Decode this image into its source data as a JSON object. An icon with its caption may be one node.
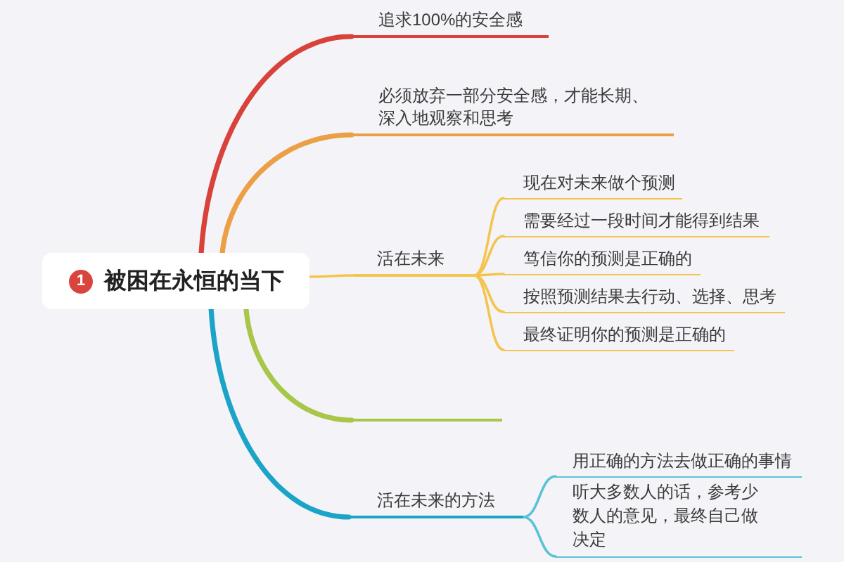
{
  "diagram": {
    "nodes": [
      {
        "text": [
          "1",
          "被困在永恒的当下"
        ]
      },
      {
        "text": [
          "追求100%的安全感"
        ]
      },
      {
        "text": [
          "必须放弃一部分安全感，才能长期、深入地观察和思考"
        ]
      },
      {
        "text": [
          "活在未来"
        ]
      },
      {
        "text": [
          "现在对未来做个预测"
        ]
      },
      {
        "text": [
          "需要经过一段时间才能得到结果"
        ]
      },
      {
        "text": [
          "笃信你的预测是正确的"
        ]
      },
      {
        "text": [
          "按照预测结果去行动、选择、思考"
        ]
      },
      {
        "text": [
          "最终证明你的预测是正确的"
        ]
      },
      {
        "text": [],
        "shape": "line"
      },
      {
        "text": [
          "活在未来的方法"
        ]
      },
      {
        "text": [
          "用正确的方法去做正确的事情"
        ]
      },
      {
        "text": [
          "听大多数人的话，参考少数人的意见，最终自己做决定"
        ]
      }
    ],
    "edges": [
      {
        "from": 0,
        "to": 1,
        "arrow": "none",
        "style": "thick",
        "color": "#d8423b"
      },
      {
        "from": 0,
        "to": 2,
        "arrow": "none",
        "style": "thick",
        "color": "#eba045"
      },
      {
        "from": 0,
        "to": 3,
        "arrow": "none"
      },
      {
        "from": 3,
        "to": 4,
        "arrow": "none"
      },
      {
        "from": 3,
        "to": 5,
        "arrow": "none"
      },
      {
        "from": 3,
        "to": 6,
        "arrow": "none"
      },
      {
        "from": 3,
        "to": 7,
        "arrow": "none"
      },
      {
        "from": 3,
        "to": 8,
        "arrow": "none"
      },
      {
        "from": 0,
        "to": 9,
        "arrow": "none",
        "style": "thick",
        "color": "#a8c64a"
      },
      {
        "from": 0,
        "to": 10,
        "arrow": "none",
        "style": "thick",
        "color": "#1ba4c8"
      },
      {
        "from": 10,
        "to": 11,
        "arrow": "none",
        "color": "#5bc2d6"
      },
      {
        "from": 10,
        "to": 12,
        "arrow": "none",
        "color": "#5bc2d6"
      }
    ]
  }
}
